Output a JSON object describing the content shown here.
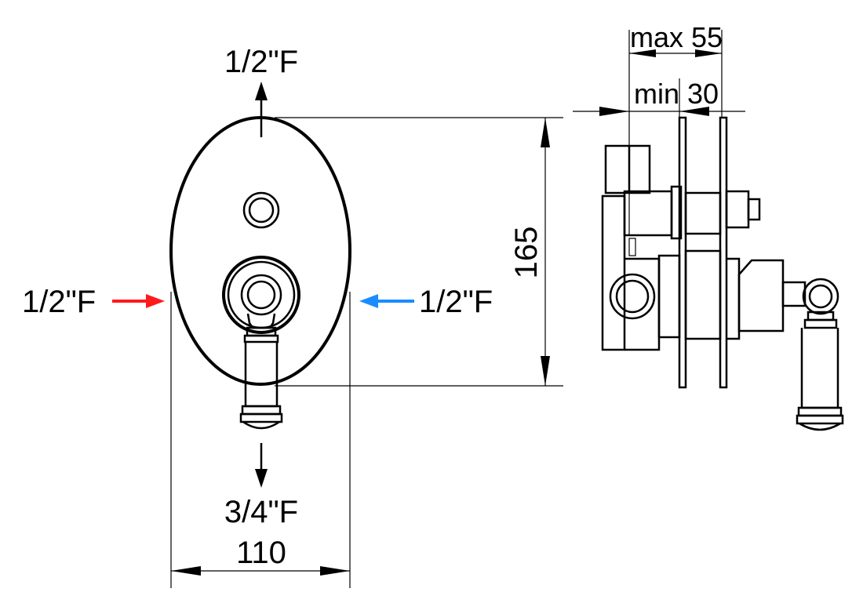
{
  "labels": {
    "top_inlet": "1/2\"F",
    "left_inlet": "1/2\"F",
    "right_inlet": "1/2\"F",
    "bottom_outlet": "3/4\"F",
    "width_dim": "110",
    "height_dim": "165",
    "max_depth": "max 55",
    "min_depth": "min 30"
  },
  "colors": {
    "line": "#000000",
    "hot_arrow": "#ff1a1a",
    "cold_arrow": "#1a8cff"
  }
}
